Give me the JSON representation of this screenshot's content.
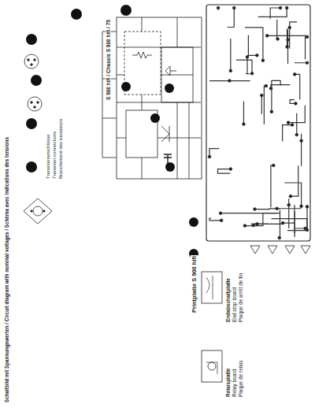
{
  "diagram": {
    "title": "Schaltbild mit Spannungswerten / Circuit diagram with nominal voltages / Schéma avec indications des tensions",
    "labels": [
      "S 900 hifi / Chassis S 900 hifi / 75",
      "Transistoranschlüsse",
      "Transistor connections",
      "Branchement des transistors",
      "Printplatte S 900 hifi",
      "Endabschaltplatte",
      "End stop board",
      "Plaque de arrêt de fin",
      "Relaisplatte",
      "Relay board",
      "Plaque de relais"
    ]
  }
}
